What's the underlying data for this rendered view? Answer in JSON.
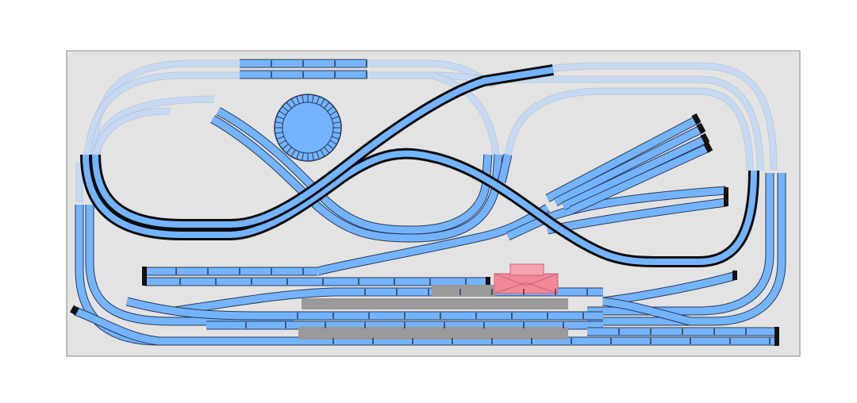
{
  "colors": {
    "background": "#ffffff",
    "baseboard": "#e3e3e3",
    "baseboard_border": "#8a8a8a",
    "track": "#74b4ff",
    "track_outline": "#2b3a55",
    "track_hidden": "#c9dcf4",
    "elevated_outline": "#0b0b0b",
    "platform": "#9a9a9a",
    "station_building": "#f2879a",
    "buffer_stop": "#111111",
    "turntable": "#74b4ff"
  },
  "elements": {
    "baseboard": "rectangular-baseboard",
    "turntable": "turntable",
    "station_building": "station-building",
    "platforms": [
      "platform-upper",
      "platform-lower",
      "platform-short"
    ],
    "buffer_stops": 10
  }
}
